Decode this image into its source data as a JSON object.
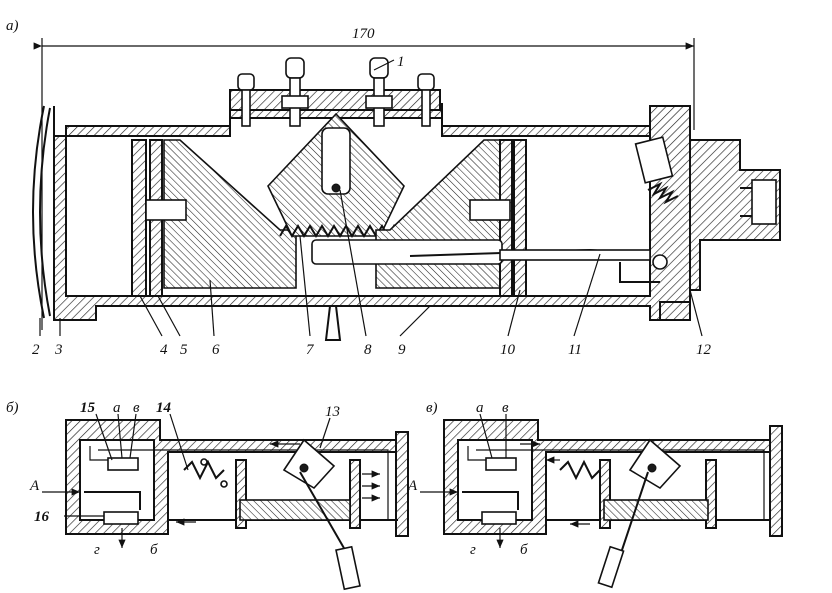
{
  "figure_a": {
    "panel_label": "а)",
    "dimension": "170",
    "callouts": [
      "1",
      "2",
      "3",
      "4",
      "5",
      "6",
      "7",
      "8",
      "9",
      "10",
      "11",
      "12"
    ]
  },
  "figure_b": {
    "panel_label": "б)",
    "callouts": {
      "n15": "15",
      "a": "а",
      "v": "в",
      "n14": "14",
      "n13": "13",
      "A": "А",
      "n16": "16",
      "g": "г",
      "b": "б"
    }
  },
  "figure_c": {
    "panel_label": "в)",
    "callouts": {
      "a": "а",
      "v": "в",
      "A": "А",
      "g": "г",
      "b": "б"
    }
  }
}
